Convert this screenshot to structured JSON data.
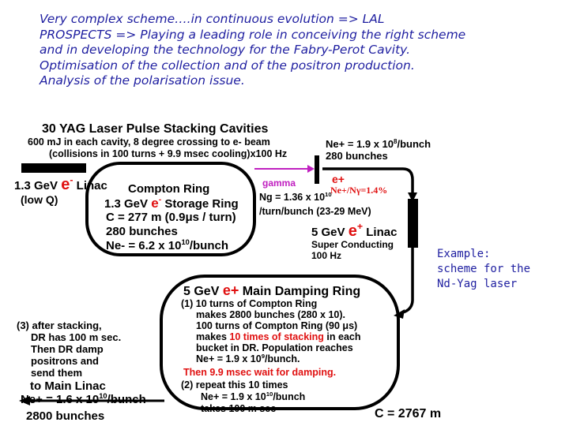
{
  "intro_lines": [
    "Very complex scheme….in continuous evolution => LAL",
    "PROSPECTS => Playing a leading role in conceiving the right scheme",
    "and in developing the technology for the Fabry-Perot Cavity.",
    "Optimisation of the collection and of the positron production.",
    "Analysis of the polarisation issue."
  ],
  "stacking": {
    "title": "30 YAG Laser Pulse Stacking Cavities",
    "line1": "600 mJ in each cavity, 8 degree crossing to e- beam",
    "line2": "(collisions in 100 turns + 9.9 msec cooling)x100 Hz"
  },
  "linac1": {
    "energy": "1.3 GeV",
    "particle": "e",
    "charge": "-",
    "name": "Linac",
    "note": "(low Q)"
  },
  "compton_ring": {
    "title": "Compton Ring",
    "energy": "1.3 GeV",
    "particle": "e",
    "charge": "-",
    "ring_label": "Storage Ring",
    "circumference": "C = 277 m (0.9μs / turn)",
    "bunches": "280 bunches",
    "ne_pre": "Ne- = 6.2 x 10",
    "ne_exp": "10",
    "ne_post": "/bunch"
  },
  "gamma": {
    "label": "gamma",
    "ng_pre": "Ng = 1.36 x 10",
    "ng_exp": "10",
    "line2": "/turn/bunch (23-29 MeV)"
  },
  "positron_top": {
    "ne_pre": "Ne+ = 1.9 x 10",
    "ne_exp": "8",
    "ne_post": "/bunch",
    "bunches": "280 bunches",
    "eplus": "e+",
    "ratio": "Ne+/Nγ=1.4%"
  },
  "linac5": {
    "energy": "5 GeV",
    "particle": "e",
    "charge": "+",
    "name": "Linac",
    "sub1": "Super Conducting",
    "sub2": "100 Hz"
  },
  "damping_ring": {
    "energy": "5 GeV",
    "particle": "e+",
    "title": "Main Damping Ring",
    "l1": "(1) 10 turns of Compton Ring",
    "l2": "makes 2800 bunches (280 x 10).",
    "l3": "100 turns of Compton Ring (90 μs)",
    "l4_pre": "makes",
    "l4_red": "10 times of stacking",
    "l4_post": "in each",
    "l5": "bucket in DR. Population reaches",
    "l6_pre": "Ne+ = 1.9 x 10",
    "l6_exp": "9",
    "l6_post": "/bunch.",
    "l7": "Then 9.9 msec wait for damping.",
    "l8": "(2) repeat this 10 times",
    "l9_pre": "Ne+ = 1.9 x 10",
    "l9_exp": "10",
    "l9_post": "/bunch",
    "l10": "takes 100 m sec",
    "circumference": "C = 2767 m"
  },
  "stacking_notes": [
    "(3) after stacking,",
    "DR has 100 m sec.",
    "Then DR damp",
    "positrons and",
    "send them",
    "to Main Linac"
  ],
  "main_linac": {
    "ne_pre": "Ne+ = 1.6 x 10",
    "ne_exp": "10",
    "ne_post": "/bunch",
    "bunches": "2800 bunches"
  },
  "example_lines": [
    "Example:",
    "scheme for the",
    "Nd-Yag laser"
  ],
  "colors": {
    "text_blue": "#1e1ea0",
    "red": "#e01010",
    "magenta": "#c020c0",
    "line": "#000000"
  }
}
